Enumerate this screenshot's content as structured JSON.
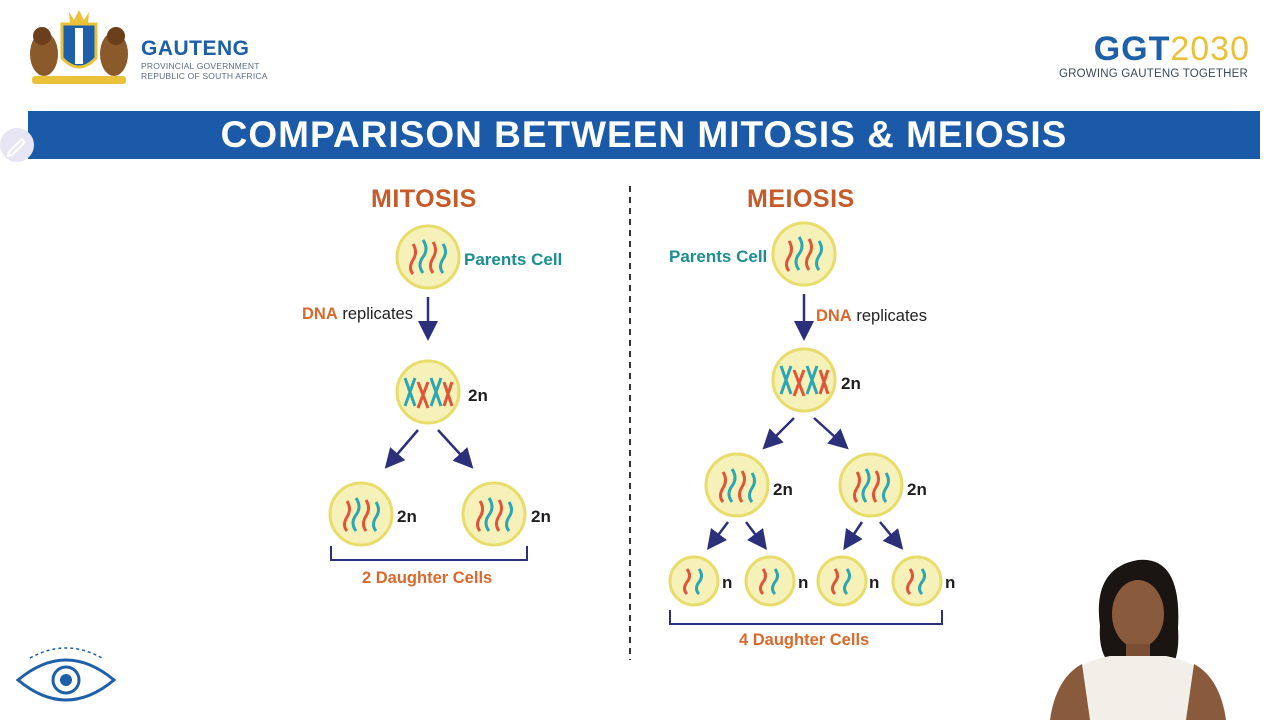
{
  "header": {
    "gauteng": {
      "title": "GAUTENG",
      "sub1": "PROVINCIAL GOVERNMENT",
      "sub2": "REPUBLIC OF SOUTH AFRICA"
    },
    "ggt": {
      "prefix": "GGT",
      "year": "2030",
      "tagline": "GROWING GAUTENG TOGETHER"
    }
  },
  "banner": {
    "title": "COMPARISON BETWEEN MITOSIS & MEIOSIS"
  },
  "mitosis": {
    "heading": "MITOSIS",
    "parent_label": "Parents Cell",
    "dna_word": "DNA",
    "replicates_word": "replicates",
    "replicated_ploidy": "2n",
    "daughter_ploidy": [
      "2n",
      "2n"
    ],
    "daughter_label": "2 Daughter Cells"
  },
  "meiosis": {
    "heading": "MEIOSIS",
    "parent_label": "Parents Cell",
    "dna_word": "DNA",
    "replicates_word": "replicates",
    "replicated_ploidy": "2n",
    "intermediate_ploidy": [
      "2n",
      "2n"
    ],
    "final_ploidy": [
      "n",
      "n",
      "n",
      "n"
    ],
    "daughter_label": "4 Daughter Cells"
  },
  "colors": {
    "banner_blue": "#1a5aa8",
    "heading_orange": "#c65a28",
    "label_teal": "#1b8e8f",
    "arrow_navy": "#2c2f7a",
    "cell_fill": "#f6f1b8",
    "cell_ring": "#e8dc6a"
  },
  "icons": [
    "coat-of-arms-icon",
    "pencil-icon",
    "sci-bono-eye-icon"
  ]
}
